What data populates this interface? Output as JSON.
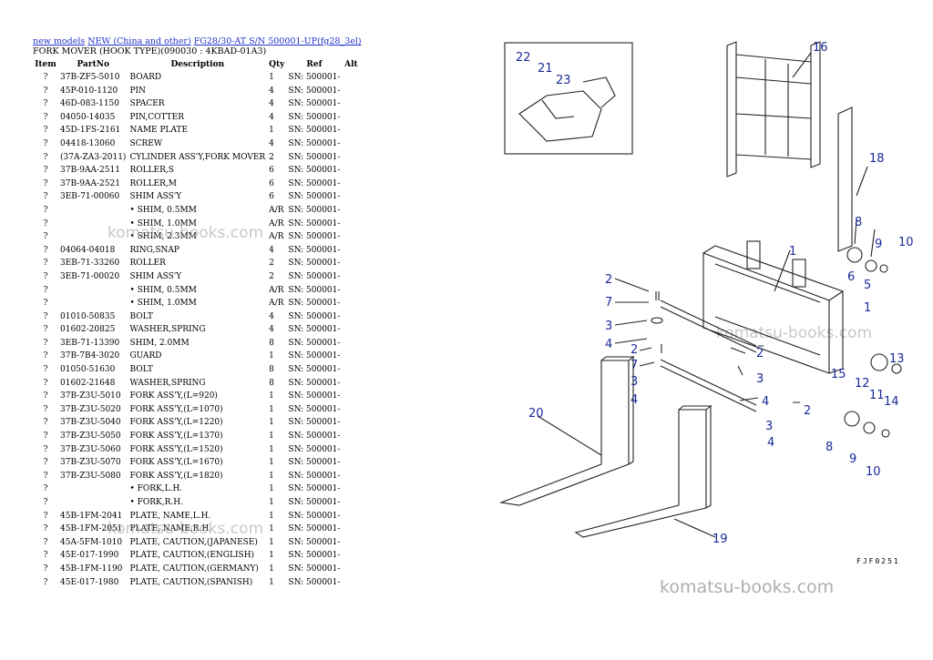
{
  "breadcrumb": {
    "links": [
      "new models",
      "NEW (China and other)",
      "FG28/30-AT S/N 500001-UP(fg28_3el)"
    ]
  },
  "subtitle": "FORK MOVER (HOOK TYPE)(090030 : 4KBAD-01A3)",
  "table": {
    "headers": [
      "Item",
      "PartNo",
      "Description",
      "Qty",
      "Ref",
      "Alt"
    ],
    "rows": [
      [
        "?",
        "37B-ZF5-5010",
        "BOARD",
        "1",
        "SN: 500001-"
      ],
      [
        "?",
        "45P-010-1120",
        "PIN",
        "4",
        "SN: 500001-"
      ],
      [
        "?",
        "46D-083-1150",
        "SPACER",
        "4",
        "SN: 500001-"
      ],
      [
        "?",
        "04050-14035",
        "PIN,COTTER",
        "4",
        "SN: 500001-"
      ],
      [
        "?",
        "45D-1FS-2161",
        "NAME PLATE",
        "1",
        "SN: 500001-"
      ],
      [
        "?",
        "04418-13060",
        "SCREW",
        "4",
        "SN: 500001-"
      ],
      [
        "?",
        "(37A-ZA3-2011)",
        "CYLINDER ASS'Y,FORK MOVER",
        "2",
        "SN: 500001-"
      ],
      [
        "?",
        "37B-9AA-2511",
        "ROLLER,S",
        "6",
        "SN: 500001-"
      ],
      [
        "?",
        "37B-9AA-2521",
        "ROLLER,M",
        "6",
        "SN: 500001-"
      ],
      [
        "?",
        "3EB-71-00060",
        "SHIM ASS'Y",
        "6",
        "SN: 500001-"
      ],
      [
        "?",
        "",
        "• SHIM, 0.5MM",
        "A/R",
        "SN: 500001-"
      ],
      [
        "?",
        "",
        "• SHIM, 1.0MM",
        "A/R",
        "SN: 500001-"
      ],
      [
        "?",
        "",
        "• SHIM, 2.3MM",
        "A/R",
        "SN: 500001-"
      ],
      [
        "?",
        "04064-04018",
        "RING,SNAP",
        "4",
        "SN: 500001-"
      ],
      [
        "?",
        "3EB-71-33260",
        "ROLLER",
        "2",
        "SN: 500001-"
      ],
      [
        "?",
        "3EB-71-00020",
        "SHIM ASS'Y",
        "2",
        "SN: 500001-"
      ],
      [
        "?",
        "",
        "• SHIM, 0.5MM",
        "A/R",
        "SN: 500001-"
      ],
      [
        "?",
        "",
        "• SHIM, 1.0MM",
        "A/R",
        "SN: 500001-"
      ],
      [
        "?",
        "01010-50835",
        "BOLT",
        "4",
        "SN: 500001-"
      ],
      [
        "?",
        "01602-20825",
        "WASHER,SPRING",
        "4",
        "SN: 500001-"
      ],
      [
        "?",
        "3EB-71-13390",
        "SHIM, 2.0MM",
        "8",
        "SN: 500001-"
      ],
      [
        "?",
        "37B-7B4-3020",
        "GUARD",
        "1",
        "SN: 500001-"
      ],
      [
        "?",
        "01050-51630",
        "BOLT",
        "8",
        "SN: 500001-"
      ],
      [
        "?",
        "01602-21648",
        "WASHER,SPRING",
        "8",
        "SN: 500001-"
      ],
      [
        "?",
        "37B-Z3U-5010",
        "FORK ASS'Y,(L=920)",
        "1",
        "SN: 500001-"
      ],
      [
        "?",
        "37B-Z3U-5020",
        "FORK ASS'Y,(L=1070)",
        "1",
        "SN: 500001-"
      ],
      [
        "?",
        "37B-Z3U-5040",
        "FORK ASS'Y,(L=1220)",
        "1",
        "SN: 500001-"
      ],
      [
        "?",
        "37B-Z3U-5050",
        "FORK ASS'Y,(L=1370)",
        "1",
        "SN: 500001-"
      ],
      [
        "?",
        "37B-Z3U-5060",
        "FORK ASS'Y,(L=1520)",
        "1",
        "SN: 500001-"
      ],
      [
        "?",
        "37B-Z3U-5070",
        "FORK ASS'Y,(L=1670)",
        "1",
        "SN: 500001-"
      ],
      [
        "?",
        "37B-Z3U-5080",
        "FORK ASS'Y,(L=1820)",
        "1",
        "SN: 500001-"
      ],
      [
        "?",
        "",
        "• FORK,L.H.",
        "1",
        "SN: 500001-"
      ],
      [
        "?",
        "",
        "• FORK,R.H.",
        "1",
        "SN: 500001-"
      ],
      [
        "?",
        "45B-1FM-2041",
        "PLATE, NAME,L.H.",
        "1",
        "SN: 500001-"
      ],
      [
        "?",
        "45B-1FM-2051",
        "PLATE, NAME,R.H.",
        "1",
        "SN: 500001-"
      ],
      [
        "?",
        "45A-5FM-1010",
        "PLATE, CAUTION,(JAPANESE)",
        "1",
        "SN: 500001-"
      ],
      [
        "?",
        "45E-017-1990",
        "PLATE, CAUTION,(ENGLISH)",
        "1",
        "SN: 500001-"
      ],
      [
        "?",
        "45B-1FM-1190",
        "PLATE, CAUTION,(GERMANY)",
        "1",
        "SN: 500001-"
      ],
      [
        "?",
        "45E-017-1980",
        "PLATE, CAUTION,(SPANISH)",
        "1",
        "SN: 500001-"
      ]
    ]
  },
  "watermark": "komatsu-books.com",
  "diagram": {
    "code": "FJF0251",
    "callouts": [
      "22",
      "21",
      "23",
      "16",
      "18",
      "1",
      "8",
      "9",
      "10",
      "6",
      "5",
      "1",
      "2",
      "7",
      "3",
      "4",
      "2",
      "2",
      "7",
      "3",
      "4",
      "3",
      "4",
      "15",
      "12",
      "11",
      "13",
      "14",
      "8",
      "9",
      "10",
      "2",
      "3",
      "4",
      "20",
      "19"
    ]
  },
  "colors": {
    "link": "#2233cc",
    "callout": "#1a2a99",
    "watermark": "#9a9a9a"
  }
}
